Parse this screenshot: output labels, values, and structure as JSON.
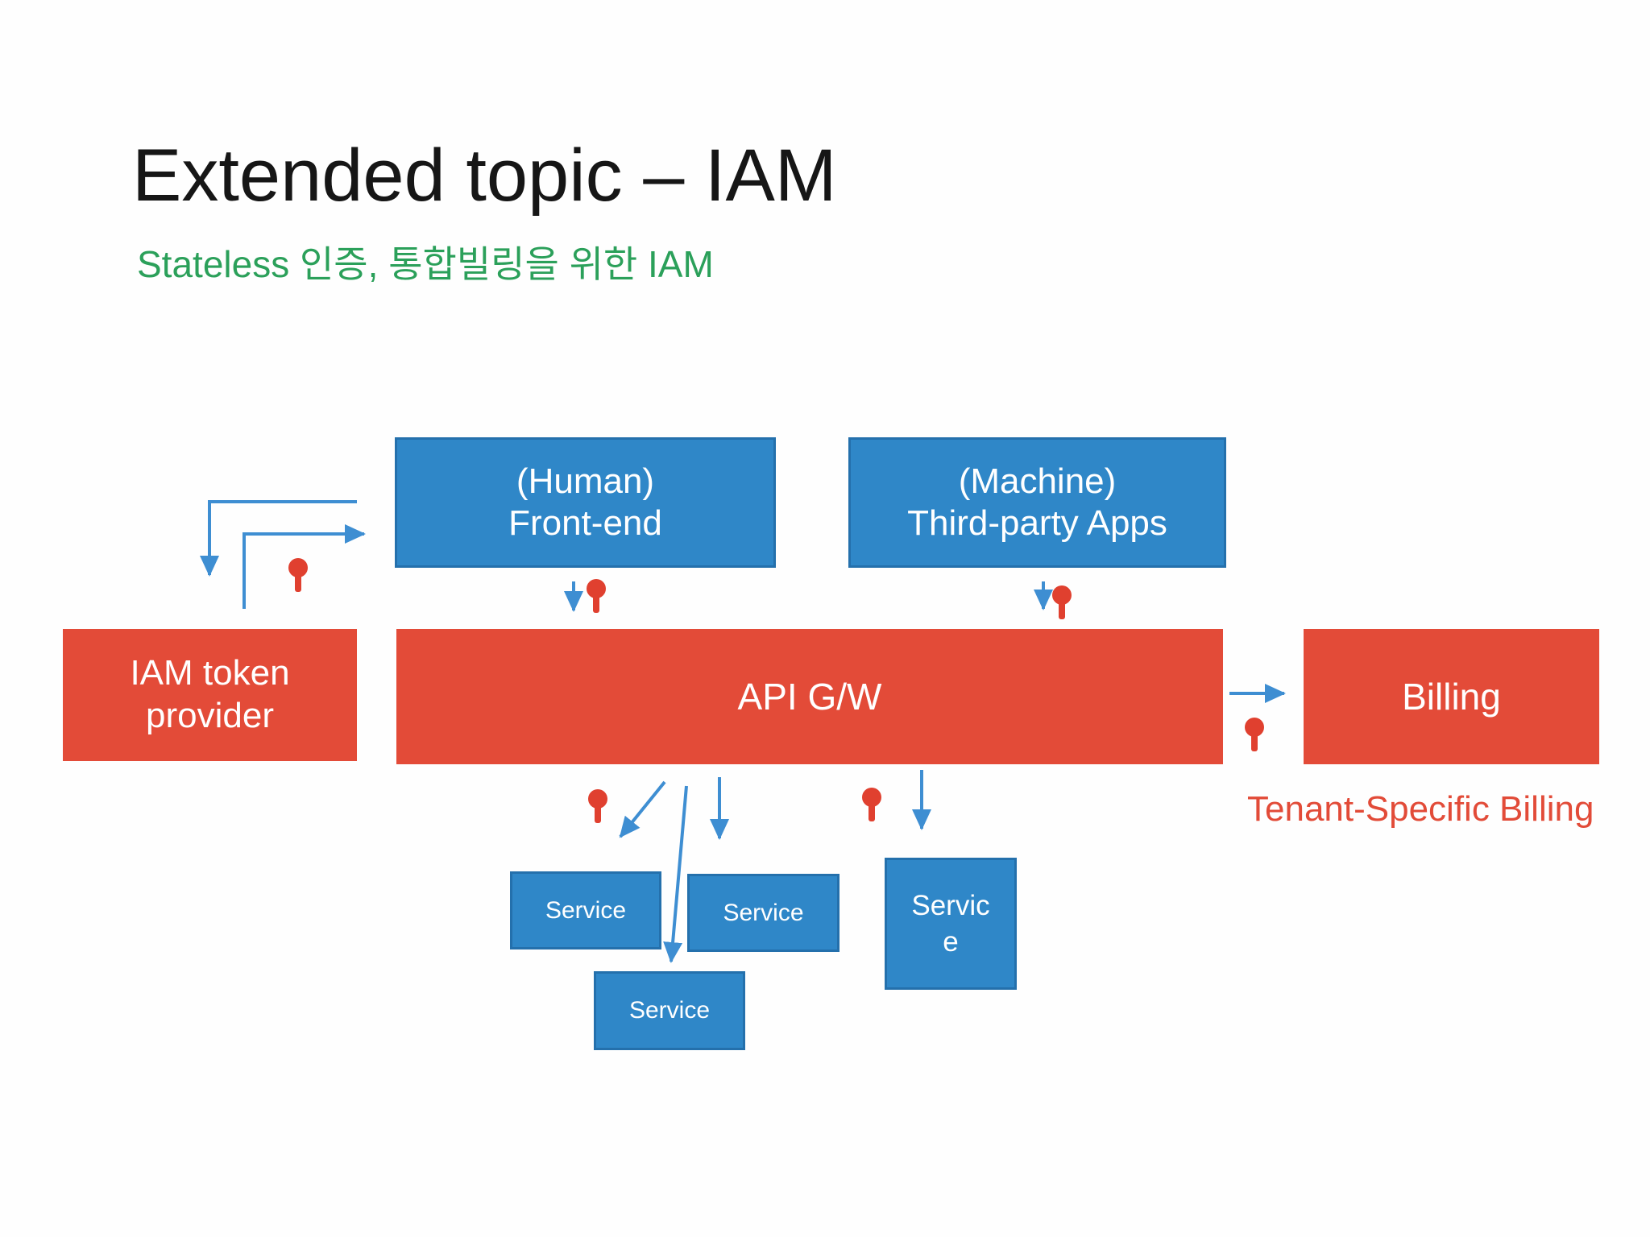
{
  "slide": {
    "title": "Extended topic – IAM",
    "subtitle": "Stateless 인증, 통합빌링을 위한 IAM",
    "caption": "Tenant-Specific Billing"
  },
  "nodes": {
    "frontend": {
      "line1": "(Human)",
      "line2": "Front-end"
    },
    "machine": {
      "line1": "(Machine)",
      "line2": "Third-party Apps"
    },
    "iam": {
      "line1": "IAM token",
      "line2": "provider"
    },
    "apigw": {
      "label": "API G/W"
    },
    "billing": {
      "label": "Billing"
    },
    "service1": {
      "label": "Service"
    },
    "service2": {
      "label": "Service"
    },
    "service3": {
      "line1": "Servic",
      "line2": "e"
    },
    "service4": {
      "label": "Service"
    }
  },
  "icons": {
    "key": "key-icon"
  },
  "colors": {
    "background": "#fefefe",
    "title_ink": "#161616",
    "subtitle_green": "#2ba05a",
    "caption_red": "#e24b38",
    "box_blue": "#2f87c8",
    "box_blue_border": "#2470ac",
    "box_red": "#e34b38",
    "arrow_blue": "#3e8ed2",
    "key_red": "#e0402f",
    "text_white": "#ffffff"
  }
}
